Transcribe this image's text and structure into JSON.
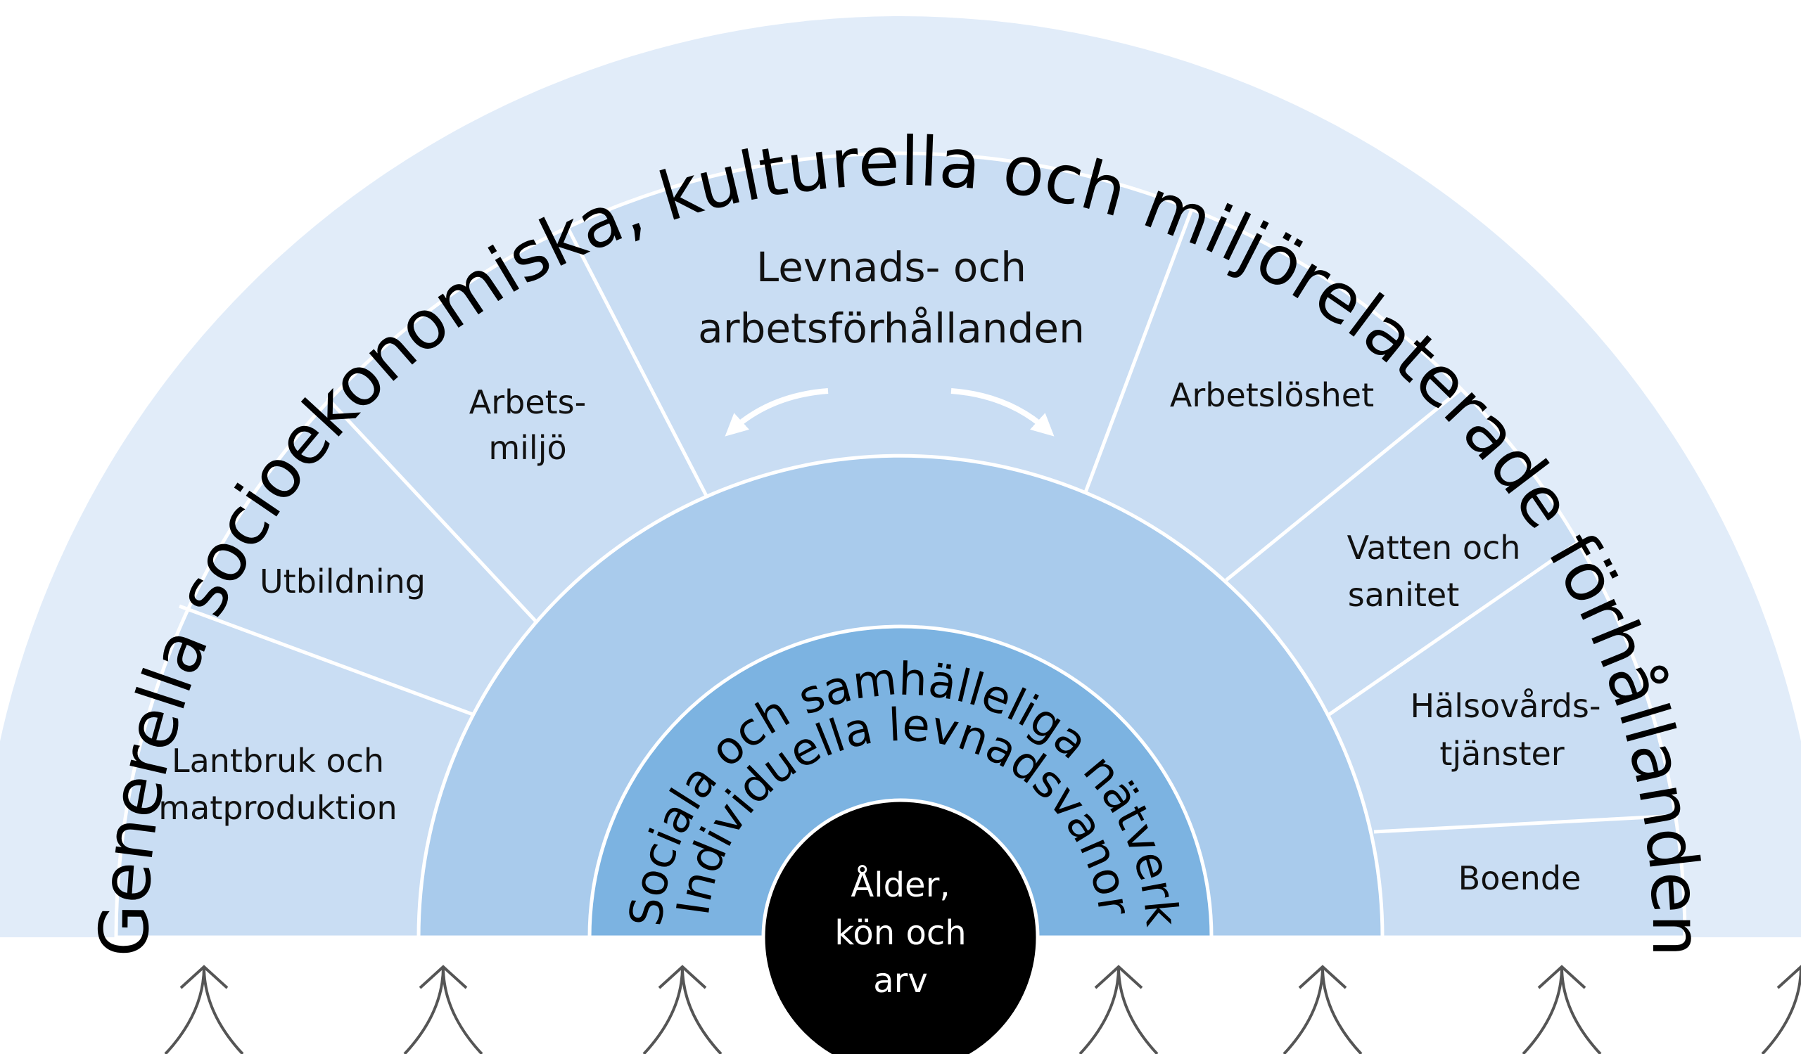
{
  "outer_ring": {
    "label": "Generella socioekonomiska, kulturella och miljörelaterade förhållanden"
  },
  "living_conditions": {
    "title_line1": "Levnads- och",
    "title_line2": "arbetsförhållanden",
    "segments": {
      "lantbruk": {
        "line1": "Lantbruk och",
        "line2": "matproduktion"
      },
      "utbildning": {
        "line1": "Utbildning"
      },
      "arbetsmiljo": {
        "line1": "Arbets-",
        "line2": "miljö"
      },
      "arbetsloshet": {
        "line1": "Arbetslöshet"
      },
      "vatten": {
        "line1": "Vatten och",
        "line2": "sanitet"
      },
      "halsovard": {
        "line1": "Hälsovårds-",
        "line2": "tjänster"
      },
      "boende": {
        "line1": "Boende"
      }
    }
  },
  "social_ring": {
    "label": "Sociala och samhälleliga nätverk"
  },
  "individual_ring": {
    "label": "Individuella levnadsvanor"
  },
  "core": {
    "line1": "Ålder,",
    "line2": "kön och",
    "line3": "arv"
  },
  "colors": {
    "outer": "#e1ecf9",
    "living": "#c9ddf3",
    "social": "#a9cbec",
    "individual": "#7cb3e1",
    "core": "#000000",
    "divider": "#ffffff",
    "arrow": "#555555"
  }
}
